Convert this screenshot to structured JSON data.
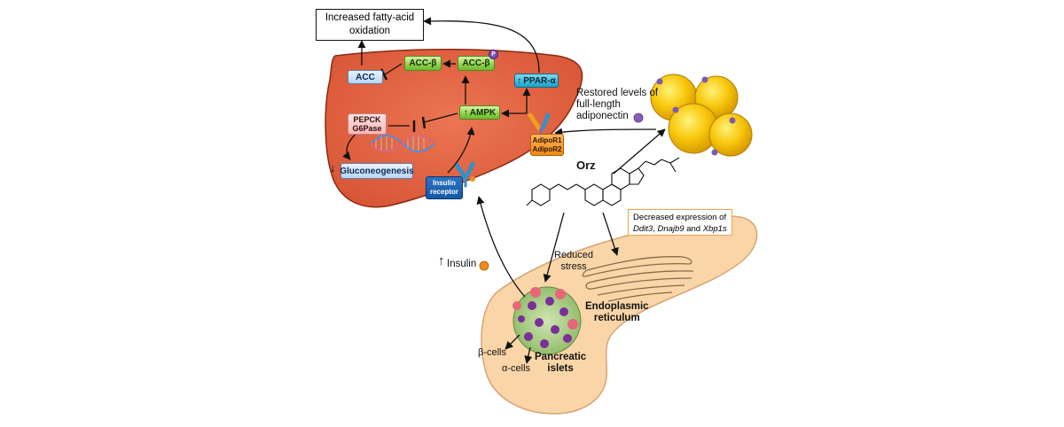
{
  "fatty_acid_box": {
    "line1": "Increased fatty-acid",
    "line2": "oxidation"
  },
  "liver": {
    "acc": "ACC",
    "acc_beta_1": "ACC-β",
    "acc_beta_2": "ACC-β",
    "phospho": "P",
    "ppar": "PPAR-α",
    "ampk": "AMPK",
    "pepck": "PEPCK",
    "g6pase": "G6Pase",
    "gluconeogenesis": "Gluconeogenesis",
    "adipor1": "AdipoR1",
    "adipor2": "AdipoR2",
    "insulin_receptor_1": "Insulin",
    "insulin_receptor_2": "receptor"
  },
  "adiponectin": {
    "line1": "Restored levels of",
    "line2": "full-length",
    "line3": "adiponectin"
  },
  "orz": "Orz",
  "er_box": {
    "line1": "Decreased expression of",
    "gene1": "Ddit3",
    "sep1": ", ",
    "gene2": "Dnajb9",
    "sep2": " and ",
    "gene3": "Xbp1s"
  },
  "insulin": "Insulin",
  "reduced_stress": {
    "line1": "Reduced",
    "line2": "stress"
  },
  "er_label": {
    "line1": "Endoplasmic",
    "line2": "reticulum"
  },
  "beta_cells": "β-cells",
  "alpha_cells": "α-cells",
  "islets": {
    "line1": "Pancreatic",
    "line2": "islets"
  },
  "colors": {
    "liver": "#e2613f",
    "pancreas": "#f9d5a8",
    "fat_cell": "#f5c20a",
    "arrow": "#111111"
  }
}
